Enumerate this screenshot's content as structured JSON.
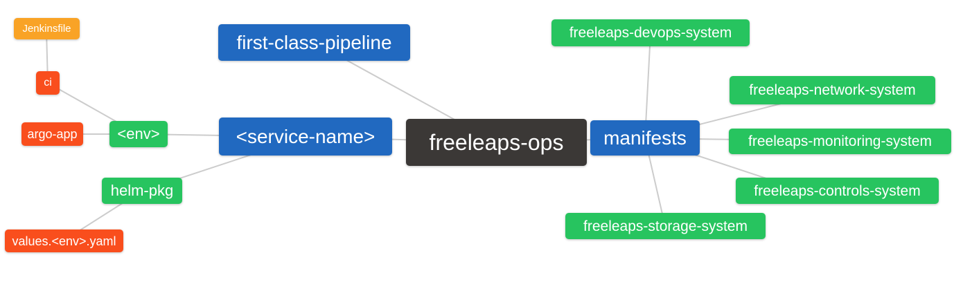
{
  "mindmap": {
    "root": "freeleaps-ops",
    "nodes": {
      "first_class_pipeline": "first-class-pipeline",
      "service_name": "<service-name>",
      "env": "<env>",
      "ci": "ci",
      "jenkinsfile": "Jenkinsfile",
      "argo_app": "argo-app",
      "helm_pkg": "helm-pkg",
      "values_env_yaml": "values.<env>.yaml",
      "manifests": "manifests",
      "devops_system": "freeleaps-devops-system",
      "network_system": "freeleaps-network-system",
      "monitoring_system": "freeleaps-monitoring-system",
      "controls_system": "freeleaps-controls-system",
      "storage_system": "freeleaps-storage-system"
    },
    "edges": [
      {
        "from": "Jenkinsfile",
        "to": "ci"
      },
      {
        "from": "ci",
        "to": "<env>"
      },
      {
        "from": "argo-app",
        "to": "<env>"
      },
      {
        "from": "<env>",
        "to": "<service-name>"
      },
      {
        "from": "helm-pkg",
        "to": "<service-name>"
      },
      {
        "from": "values.<env>.yaml",
        "to": "helm-pkg"
      },
      {
        "from": "first-class-pipeline",
        "to": "freeleaps-ops"
      },
      {
        "from": "<service-name>",
        "to": "freeleaps-ops"
      },
      {
        "from": "manifests",
        "to": "freeleaps-ops"
      },
      {
        "from": "freeleaps-devops-system",
        "to": "manifests"
      },
      {
        "from": "freeleaps-network-system",
        "to": "manifests"
      },
      {
        "from": "freeleaps-monitoring-system",
        "to": "manifests"
      },
      {
        "from": "freeleaps-controls-system",
        "to": "manifests"
      },
      {
        "from": "freeleaps-storage-system",
        "to": "manifests"
      }
    ],
    "colors": {
      "root_bg": "#3B3836",
      "branch_bg": "#2169C0",
      "sub_bg": "#27C45F",
      "leaf_bg": "#F94E1D",
      "file_bg": "#F9A326",
      "edge": "#CCCCCC",
      "text": "#FFFFFF"
    }
  }
}
